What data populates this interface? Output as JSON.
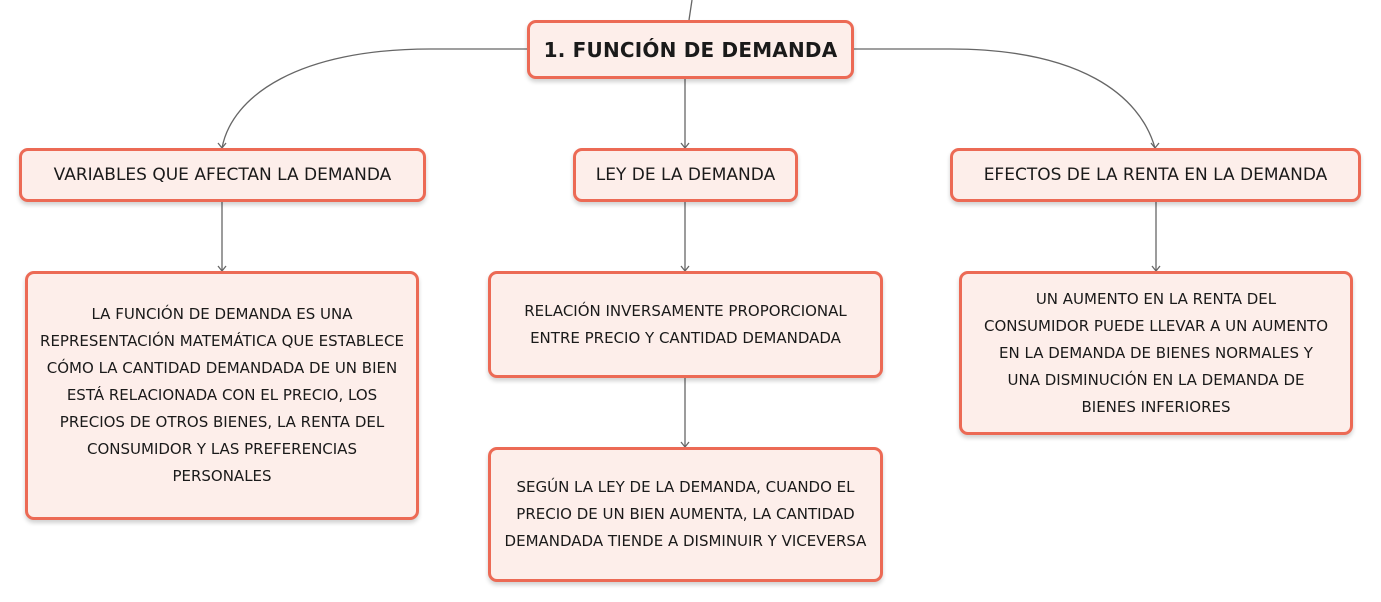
{
  "root": {
    "title": "1. FUNCIÓN DE DEMANDA"
  },
  "branches": [
    {
      "title": "VARIABLES QUE AFECTAN LA DEMANDA",
      "children": [
        "LA FUNCIÓN DE DEMANDA ES UNA REPRESENTACIÓN MATEMÁTICA QUE ESTABLECE CÓMO LA CANTIDAD DEMANDADA DE UN BIEN ESTÁ RELACIONADA CON EL PRECIO, LOS PRECIOS DE OTROS BIENES, LA RENTA DEL CONSUMIDOR Y LAS PREFERENCIAS PERSONALES"
      ]
    },
    {
      "title": "LEY DE LA DEMANDA",
      "children": [
        "RELACIÓN INVERSAMENTE PROPORCIONAL ENTRE PRECIO Y CANTIDAD DEMANDADA",
        "SEGÚN LA LEY DE LA DEMANDA, CUANDO EL PRECIO DE UN BIEN AUMENTA, LA CANTIDAD DEMANDADA TIENDE A DISMINUIR Y VICEVERSA"
      ]
    },
    {
      "title": "EFECTOS DE LA RENTA EN LA DEMANDA",
      "children": [
        "UN AUMENTO EN LA RENTA DEL CONSUMIDOR PUEDE LLEVAR A UN AUMENTO EN LA DEMANDA DE BIENES NORMALES Y UNA DISMINUCIÓN EN LA DEMANDA DE BIENES INFERIORES"
      ]
    }
  ],
  "colors": {
    "node_fill": "#fdeeea",
    "node_border": "#ec6a55",
    "connector": "#666666"
  }
}
